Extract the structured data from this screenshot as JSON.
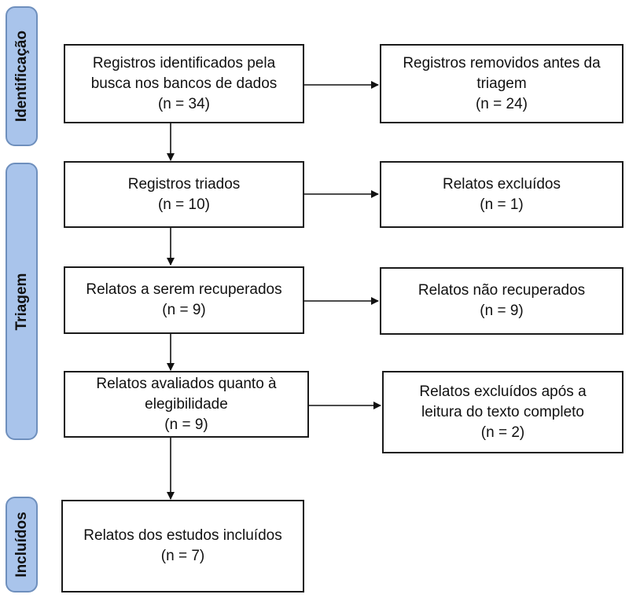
{
  "phases": {
    "identification": "Identificação",
    "screening": "Triagem",
    "included": "Incluídos"
  },
  "boxes": {
    "records_identified": {
      "line1": "Registros identificados pela",
      "line2": "busca nos bancos de dados",
      "count": "(n = 34)"
    },
    "records_removed": {
      "line1": "Registros removidos antes da",
      "line2": "triagem",
      "count": "(n = 24)"
    },
    "records_screened": {
      "line1": "Registros triados",
      "count": "(n = 10)"
    },
    "reports_excluded": {
      "line1": "Relatos excluídos",
      "count": "(n = 1)"
    },
    "reports_sought": {
      "line1": "Relatos a serem recuperados",
      "count": "(n = 9)"
    },
    "reports_not_retrieved": {
      "line1": "Relatos não recuperados",
      "count": "(n = 9)"
    },
    "reports_assessed": {
      "line1": "Relatos avaliados quanto à",
      "line2": "elegibilidade",
      "count": "(n = 9)"
    },
    "reports_excluded_fulltext": {
      "line1": "Relatos excluídos após a",
      "line2": "leitura do texto completo",
      "count": "(n = 2)"
    },
    "studies_included": {
      "line1": "Relatos dos estudos incluídos",
      "count": "(n = 7)"
    }
  }
}
